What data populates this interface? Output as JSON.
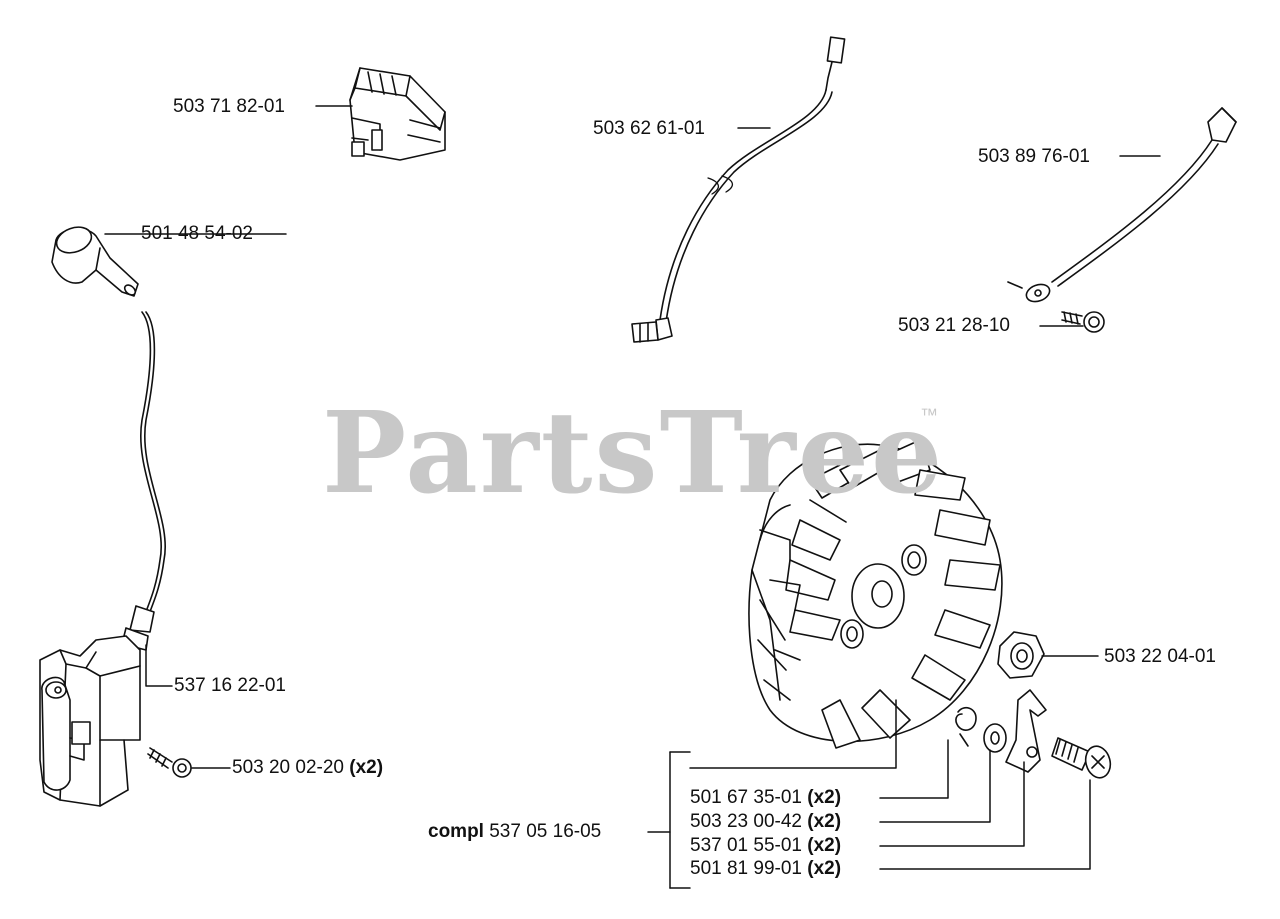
{
  "watermark": {
    "text": "PartsTree",
    "tm": "™"
  },
  "parts": {
    "switch": "503 71 82-01",
    "wire_a": "503 62 61-01",
    "wire_b": "503 89 76-01",
    "boot": "501 48 54-02",
    "screw_small": "503 21 28-10",
    "module": "537 16 22-01",
    "module_screw": "503 20 02-20",
    "module_screw_qty": "(x2)",
    "nut": "503 22 04-01",
    "compl_prefix": "compl",
    "compl_number": "537 05 16-05",
    "k1": "501 67 35-01",
    "k1_qty": "(x2)",
    "k2": "503 23 00-42",
    "k2_qty": "(x2)",
    "k3": "537 01 55-01",
    "k3_qty": "(x2)",
    "k4": "501 81 99-01",
    "k4_qty": "(x2)"
  },
  "colors": {
    "line": "#111111",
    "watermark": "#c8c8c8"
  }
}
